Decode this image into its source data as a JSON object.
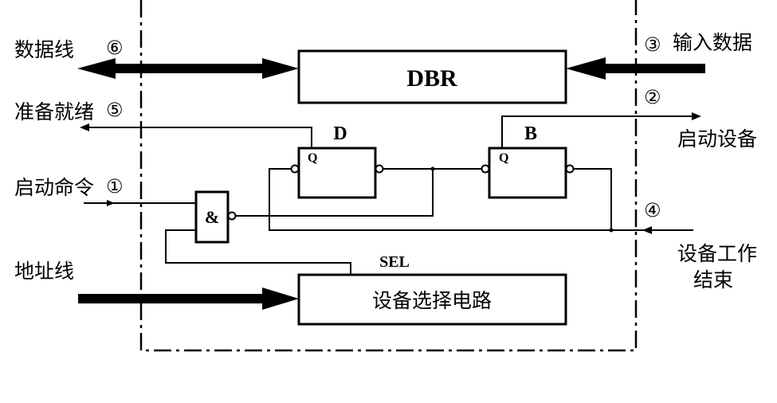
{
  "labels": {
    "data_line": "数据线",
    "data_line_num": "⑥",
    "input_data": "输入数据",
    "input_data_num": "③",
    "ready": "准备就绪",
    "ready_num": "⑤",
    "start_device": "启动设备",
    "start_device_num": "②",
    "start_command": "启动命令",
    "start_command_num": "①",
    "device_done_line1": "设备工作",
    "device_done_line2": "结束",
    "device_done_num": "④",
    "address_line": "地址线",
    "dbr": "DBR",
    "d_flipflop": "D",
    "d_q": "Q",
    "b_flipflop": "B",
    "b_q": "Q",
    "and_gate": "&",
    "sel": "SEL",
    "device_select": "设备选择电路"
  },
  "colors": {
    "stroke": "#000000",
    "background": "#ffffff"
  }
}
